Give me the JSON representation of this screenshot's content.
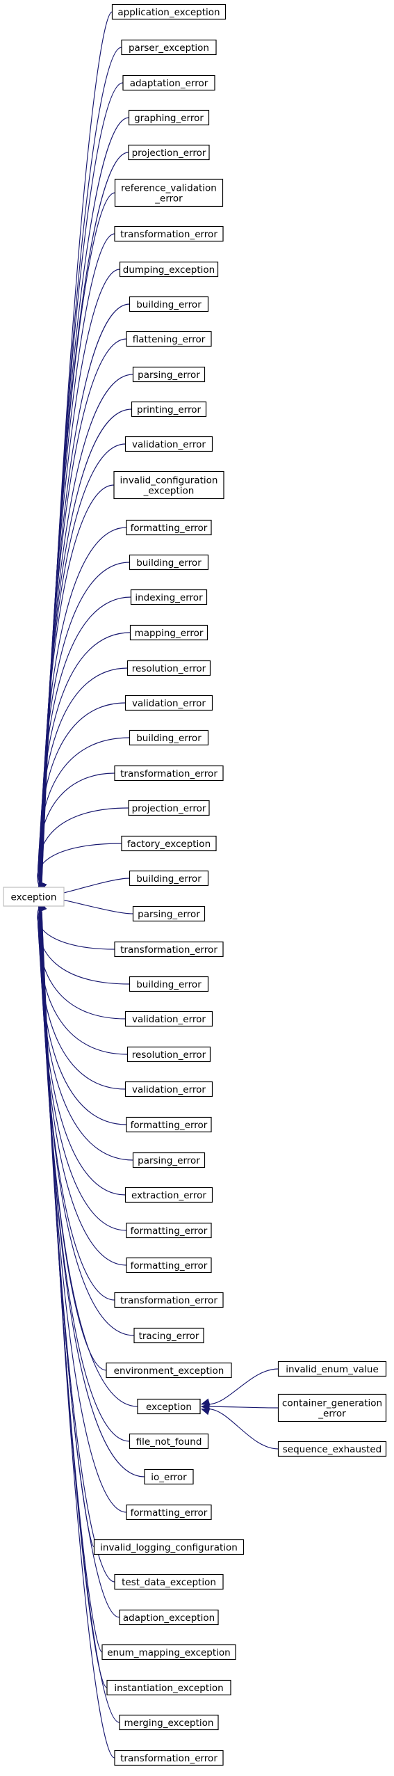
{
  "root": {
    "id": "root",
    "label": "exception"
  },
  "children": [
    {
      "id": "c0",
      "label": [
        "application_exception"
      ]
    },
    {
      "id": "c1",
      "label": [
        "parser_exception"
      ]
    },
    {
      "id": "c2",
      "label": [
        "adaptation_error"
      ]
    },
    {
      "id": "c3",
      "label": [
        "graphing_error"
      ]
    },
    {
      "id": "c4",
      "label": [
        "projection_error"
      ]
    },
    {
      "id": "c5",
      "label": [
        "reference_validation",
        "_error"
      ]
    },
    {
      "id": "c6",
      "label": [
        "transformation_error"
      ]
    },
    {
      "id": "c7",
      "label": [
        "dumping_exception"
      ]
    },
    {
      "id": "c8",
      "label": [
        "building_error"
      ]
    },
    {
      "id": "c9",
      "label": [
        "flattening_error"
      ]
    },
    {
      "id": "c10",
      "label": [
        "parsing_error"
      ]
    },
    {
      "id": "c11",
      "label": [
        "printing_error"
      ]
    },
    {
      "id": "c12",
      "label": [
        "validation_error"
      ]
    },
    {
      "id": "c13",
      "label": [
        "invalid_configuration",
        "_exception"
      ]
    },
    {
      "id": "c14",
      "label": [
        "formatting_error"
      ]
    },
    {
      "id": "c15",
      "label": [
        "building_error"
      ]
    },
    {
      "id": "c16",
      "label": [
        "indexing_error"
      ]
    },
    {
      "id": "c17",
      "label": [
        "mapping_error"
      ]
    },
    {
      "id": "c18",
      "label": [
        "resolution_error"
      ]
    },
    {
      "id": "c19",
      "label": [
        "validation_error"
      ]
    },
    {
      "id": "c20",
      "label": [
        "building_error"
      ]
    },
    {
      "id": "c21",
      "label": [
        "transformation_error"
      ]
    },
    {
      "id": "c22",
      "label": [
        "projection_error"
      ]
    },
    {
      "id": "c23",
      "label": [
        "factory_exception"
      ]
    },
    {
      "id": "c24",
      "label": [
        "building_error"
      ]
    },
    {
      "id": "c25",
      "label": [
        "parsing_error"
      ]
    },
    {
      "id": "c26",
      "label": [
        "transformation_error"
      ]
    },
    {
      "id": "c27",
      "label": [
        "building_error"
      ]
    },
    {
      "id": "c28",
      "label": [
        "validation_error"
      ]
    },
    {
      "id": "c29",
      "label": [
        "resolution_error"
      ]
    },
    {
      "id": "c30",
      "label": [
        "validation_error"
      ]
    },
    {
      "id": "c31",
      "label": [
        "formatting_error"
      ]
    },
    {
      "id": "c32",
      "label": [
        "parsing_error"
      ]
    },
    {
      "id": "c33",
      "label": [
        "extraction_error"
      ]
    },
    {
      "id": "c34",
      "label": [
        "formatting_error"
      ]
    },
    {
      "id": "c35",
      "label": [
        "formatting_error"
      ]
    },
    {
      "id": "c36",
      "label": [
        "transformation_error"
      ]
    },
    {
      "id": "c37",
      "label": [
        "tracing_error"
      ]
    },
    {
      "id": "c38",
      "label": [
        "environment_exception"
      ]
    },
    {
      "id": "c39",
      "label": [
        "exception"
      ]
    },
    {
      "id": "c40",
      "label": [
        "file_not_found"
      ]
    },
    {
      "id": "c41",
      "label": [
        "io_error"
      ]
    },
    {
      "id": "c42",
      "label": [
        "formatting_error"
      ]
    },
    {
      "id": "c43",
      "label": [
        "invalid_logging_configuration"
      ]
    },
    {
      "id": "c44",
      "label": [
        "test_data_exception"
      ]
    },
    {
      "id": "c45",
      "label": [
        "adaption_exception"
      ]
    },
    {
      "id": "c46",
      "label": [
        "enum_mapping_exception"
      ]
    },
    {
      "id": "c47",
      "label": [
        "instantiation_exception"
      ]
    },
    {
      "id": "c48",
      "label": [
        "merging_exception"
      ]
    },
    {
      "id": "c49",
      "label": [
        "transformation_error"
      ]
    }
  ],
  "grandchildren": [
    {
      "id": "g0",
      "parent": "c39",
      "label": [
        "invalid_enum_value"
      ]
    },
    {
      "id": "g1",
      "parent": "c39",
      "label": [
        "container_generation",
        "_error"
      ]
    },
    {
      "id": "g2",
      "parent": "c39",
      "label": [
        "sequence_exhausted"
      ]
    }
  ],
  "colors": {
    "edge": "#191970",
    "root_border": "#bfbfbf",
    "node_border": "#000000"
  }
}
